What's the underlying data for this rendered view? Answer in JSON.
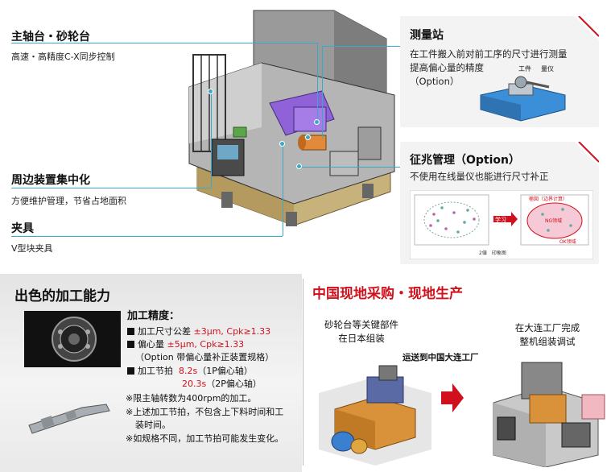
{
  "labels": {
    "spindle": {
      "title": "主轴台・砂轮台",
      "sub": "高速・高精度C-X同步控制"
    },
    "peripheral": {
      "title": "周边装置集中化",
      "sub": "方便维护管理，节省占地面积"
    },
    "fixture": {
      "title": "夹具",
      "sub": "V型块夹具"
    }
  },
  "measure_panel": {
    "title": "测量站",
    "text_line1": "在工件搬入前对前工序的尺寸进行测量",
    "text_line2": "提高偏心量的精度",
    "text_line3": "（Option）",
    "figure_label_workpiece": "工件",
    "figure_label_gauge": "量仪"
  },
  "predict_panel": {
    "title": "征兆管理（Option）",
    "text": "不使用在线量仪也能进行尺寸补正",
    "figure_learn": "学习",
    "figure_boundary": "極図（边界计算）",
    "figure_ng": "NG领域",
    "figure_ok": "OK领域",
    "figure_caption": "2値　印象图"
  },
  "quality_panel": {
    "title": "出色的加工能力",
    "spec_title": "加工精度：",
    "line1_label": "加工尺寸公差",
    "line1_value": "±3μm, Cpk≥1.33",
    "line2_label": "偏心量",
    "line2_value": "±5μm, Cpk≥1.33",
    "line2_note": "（Option 带偏心量补正装置规格）",
    "line3_label": "加工节拍",
    "line3_value1": "8.2s",
    "line3_note1": "（1P偏心轴）",
    "line3_value2": "20.3s",
    "line3_note2": "（2P偏心轴）",
    "note1": "※限主轴转数为400rpm的加工。",
    "note2a": "※上述加工节拍，不包含上下料时间和工",
    "note2b": "装时间。",
    "note3": "※如规格不同，加工节拍可能发生变化。"
  },
  "local_panel": {
    "title": "中国现地采购・现地生产",
    "left_line1": "砂轮台等关键部件",
    "left_line2": "在日本组装",
    "middle": "运送到中国大连工厂",
    "right_line1": "在大连工厂完成",
    "right_line2": "整机组装调试"
  },
  "colors": {
    "accent_line": "#38a9c8",
    "red": "#d0101c",
    "machine_purple": "#8f62d8",
    "machine_base": "#c8b27c"
  }
}
